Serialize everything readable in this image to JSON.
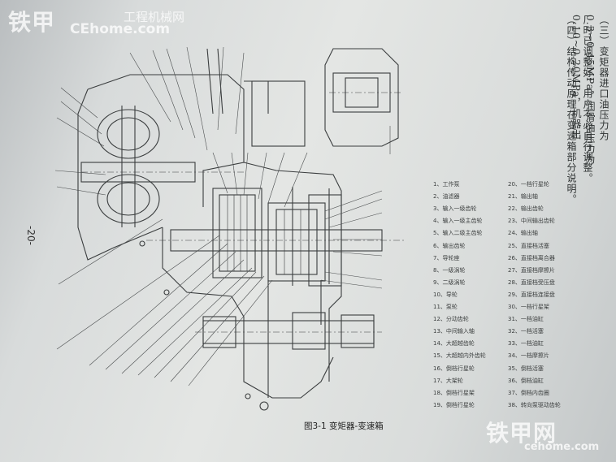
{
  "watermarks": {
    "top_logo": "铁甲",
    "top_sub": "工程机械网",
    "top_url": "CEhome.com",
    "bottom_logo": "铁甲网",
    "bottom_url": "cehome.com"
  },
  "page_number": "-20-",
  "caption": "图3-1   变矩器-变速箱",
  "vertical_text": [
    "（三）变矩器进口油压力为 0.3~0.45MPa，润滑油压力为 0.10~0.20MPa，机器出",
    "厂时已调整好，用户不必自行调整。",
    "（四）结构传动原理在变速箱部分说明。"
  ],
  "legend_left": [
    "1、工作泵",
    "2、油滤器",
    "3、输入一级齿轮",
    "4、输入一级主齿轮",
    "5、输入二级主齿轮",
    "6、输出齿轮",
    "7、导轮座",
    "8、一级涡轮",
    "9、二级涡轮",
    "10、导轮",
    "11、泵轮",
    "12、分动齿轮",
    "13、中间输入轴",
    "14、大超越齿轮",
    "15、大超越内外齿轮",
    "16、倒档行星轮",
    "17、大架轮",
    "18、倒档行星架",
    "19、倒档行星轮"
  ],
  "legend_right": [
    "20、一档行星轮",
    "21、输出轴",
    "22、输出齿轮",
    "23、中间输出齿轮",
    "24、输出轴",
    "25、直接档活塞",
    "26、直接档离合器",
    "27、直接档摩擦片",
    "28、直接档受压盘",
    "29、直接档连接盘",
    "30、一档行星架",
    "31、一档油缸",
    "32、一档活塞",
    "33、一档油缸",
    "34、一档摩擦片",
    "35、倒档活塞",
    "36、倒档油缸",
    "37、倒档内齿圈",
    "38、转向泵驱动齿轮"
  ],
  "colors": {
    "paper": "#e4e6e4",
    "ink": "#3a3d3e",
    "watermark": "#ffffff"
  }
}
